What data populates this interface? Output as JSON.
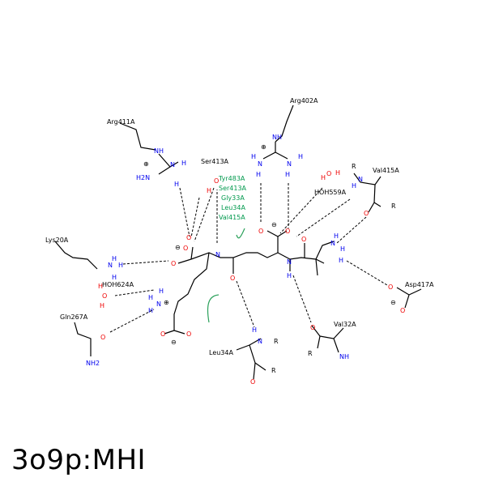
{
  "title": "3o9p:MHI",
  "residues": {
    "arg411a": "Arg411A",
    "ser413a": "Ser413A",
    "arg402a": "Arg402A",
    "val415a_top": "Val415A",
    "lys20a": "Lys20A",
    "hoh624a": "HOH624A",
    "hoh559a": "HOH559A",
    "asp417a": "Asp417A",
    "gln267a": "Gln267A",
    "val32a": "Val32A",
    "leu34a": "Leu34A"
  },
  "hydrophobic_contacts": [
    "Tyr483A",
    "Ser413A",
    "Gly33A",
    "Leu34A",
    "Val415A"
  ],
  "atoms": {
    "N": "N",
    "H": "H",
    "O": "O",
    "R": "R",
    "NH": "NH",
    "NH2": "NH2",
    "H2N": "H2N",
    "N+": "N+",
    "plus": "⊕",
    "minus": "⊖"
  },
  "colors": {
    "hydrophobic": "#00994d",
    "nitrogen": "#0000ee",
    "oxygen": "#ee0000"
  }
}
